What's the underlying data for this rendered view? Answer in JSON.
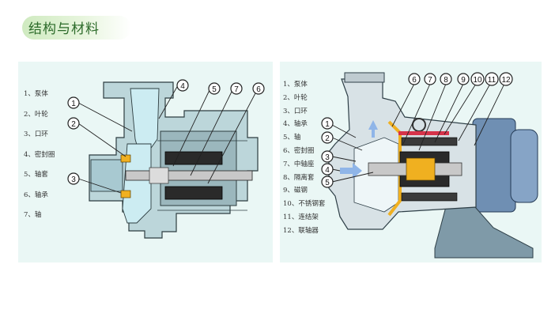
{
  "header": {
    "title": "结构与材料"
  },
  "legend_left": [
    "1、泵体",
    "2、叶轮",
    "3、口环",
    "4、密封圈",
    "5、轴套",
    "6、轴承",
    "7、轴"
  ],
  "legend_right": [
    "1、泵体",
    "2、叶轮",
    "3、口环",
    "4、轴承",
    "5、轴",
    "6、密封圈",
    "7、中轴座",
    "8、隔离套",
    "9、磁钢",
    "10、不锈钢套",
    "11、连结架",
    "12、联轴器"
  ],
  "callouts_left": [
    "1",
    "2",
    "3",
    "4",
    "5",
    "7",
    "6"
  ],
  "callouts_right": [
    "6",
    "7",
    "8",
    "9",
    "10",
    "11",
    "12",
    "1",
    "2",
    "3",
    "4",
    "5"
  ],
  "colors": {
    "panel_bg": "#eaf7f5",
    "casing": "#bcd6da",
    "housing": "#9bb7bd",
    "inner_fluid": "#ccecf2",
    "seal_yellow": "#f0b020",
    "magnet_dark": "#2a2a2a",
    "shaft_gray": "#c8c8c8",
    "flow_arrow": "#8fb5e8",
    "motor_blue": "#6f8fb3"
  }
}
